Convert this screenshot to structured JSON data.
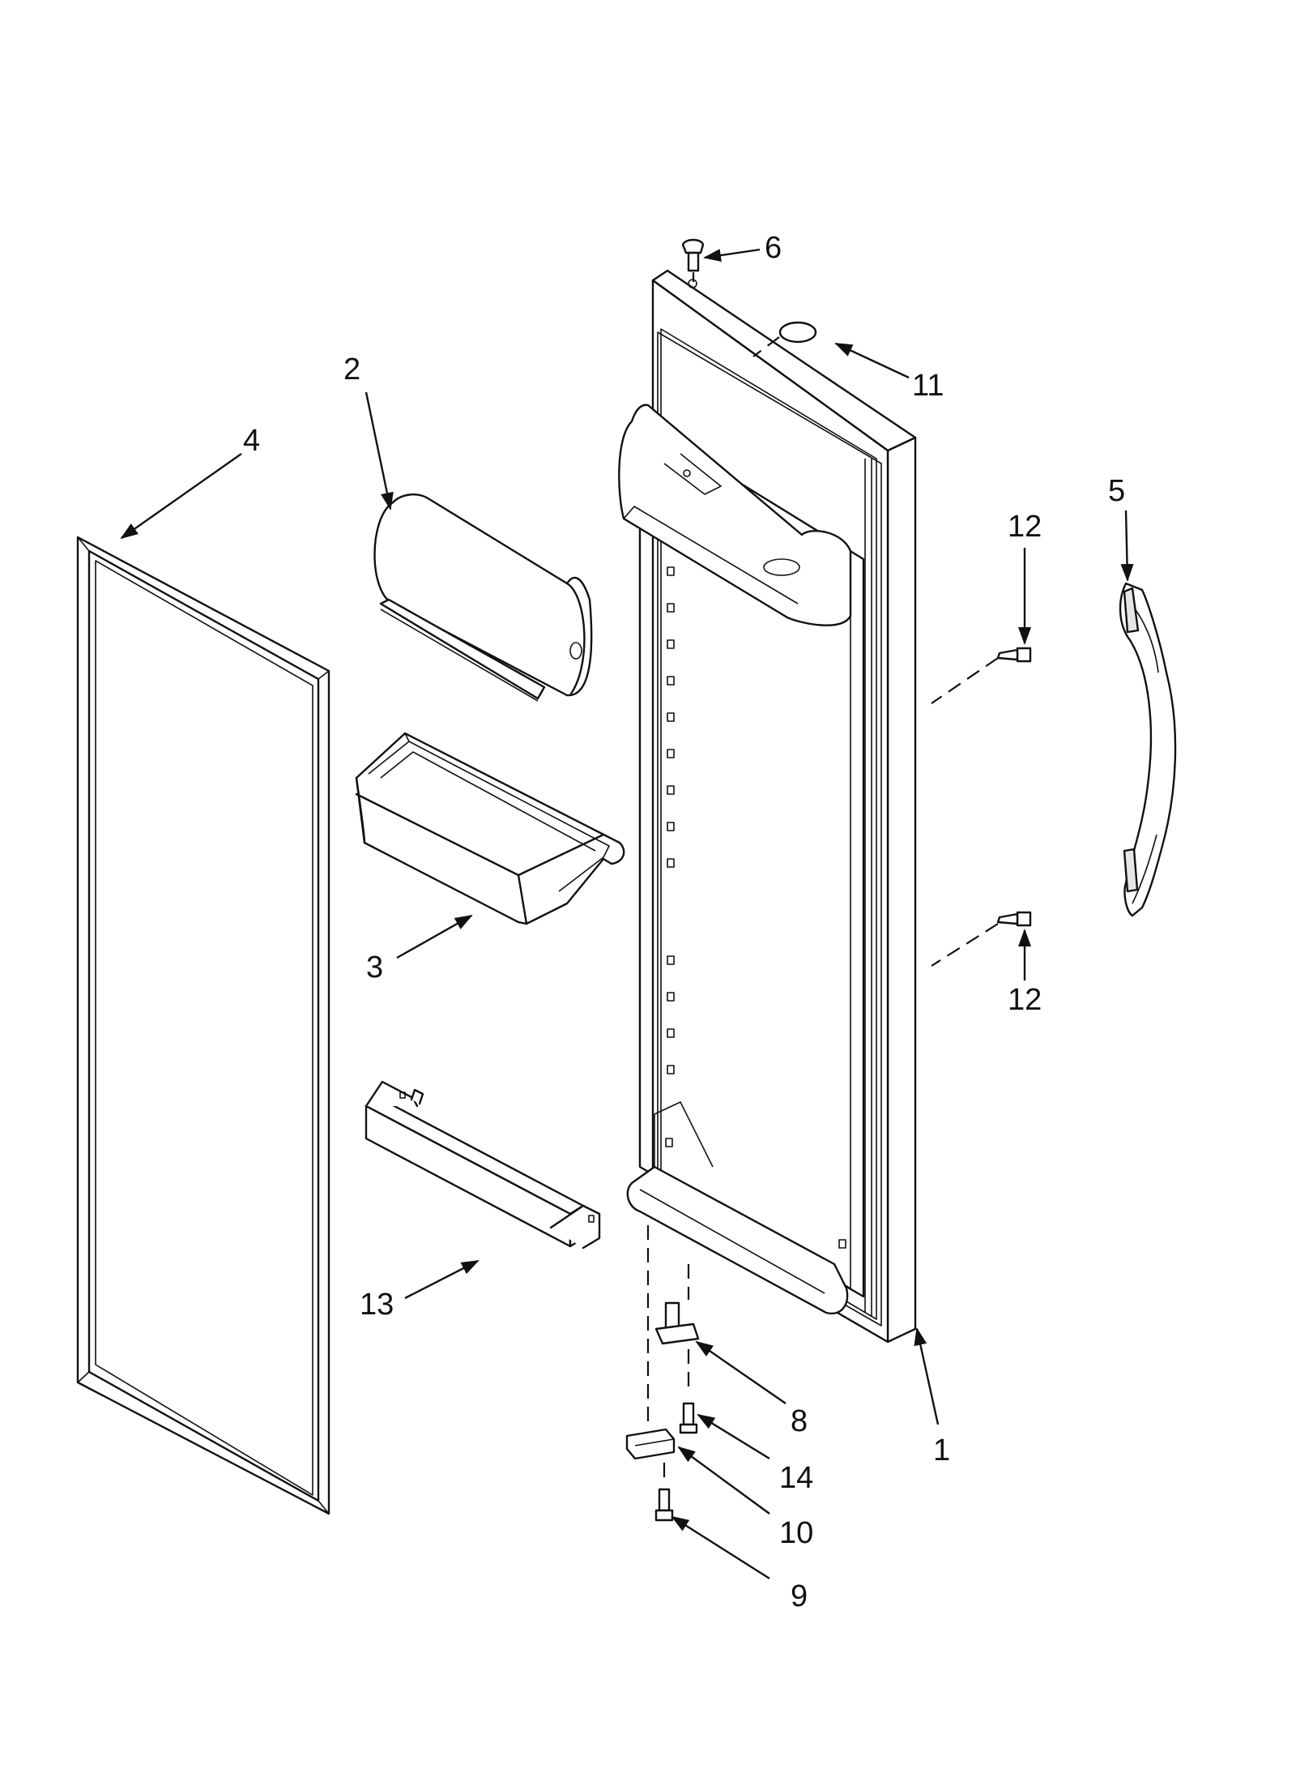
{
  "callouts": {
    "c1": "1",
    "c2": "2",
    "c3": "3",
    "c4": "4",
    "c5": "5",
    "c6": "6",
    "c8": "8",
    "c9": "9",
    "c10": "10",
    "c11": "11",
    "c12a": "12",
    "c12b": "12",
    "c13": "13",
    "c14": "14"
  },
  "colors": {
    "line": "#111111",
    "background": "#ffffff"
  }
}
